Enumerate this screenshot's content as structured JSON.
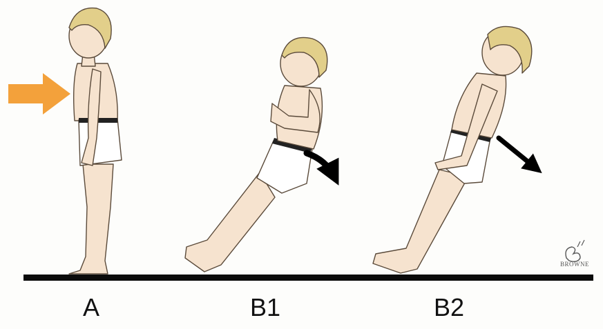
{
  "panels": [
    {
      "label": "A"
    },
    {
      "label": "B1"
    },
    {
      "label": "B2"
    }
  ],
  "signature": {
    "text": "BROWNE"
  },
  "colors": {
    "push_arrow": "#f3a13b",
    "skin": "#f6e3cf",
    "hair": "#e2cf8a",
    "outline": "#5a4a3a",
    "ground": "#0b0b0b",
    "motion_arrow": "#000000"
  }
}
